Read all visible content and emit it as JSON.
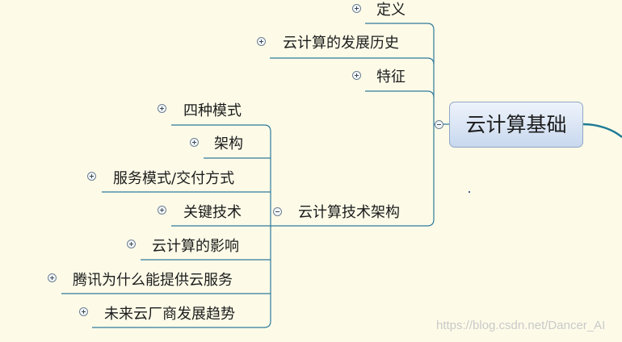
{
  "central_topic": "云计算基础",
  "right_branch": {
    "items": [
      "定义",
      "云计算的发展历史",
      "特征"
    ]
  },
  "tech_arch": {
    "label": "云计算技术架构",
    "children": [
      "四种模式",
      "架构",
      "服务模式/交付方式",
      "关键技术",
      "云计算的影响",
      "腾讯为什么能提供云服务",
      "未来云厂商发展趋势"
    ]
  },
  "watermark": "https://blog.csdn.net/Dancer_AI",
  "colors": {
    "background": "#fdfbe8",
    "connector": "#2f7a9c",
    "main_connector": "#1e7b96",
    "central_fill_top": "#eef3fb",
    "central_fill_bottom": "#c8d8ee"
  }
}
